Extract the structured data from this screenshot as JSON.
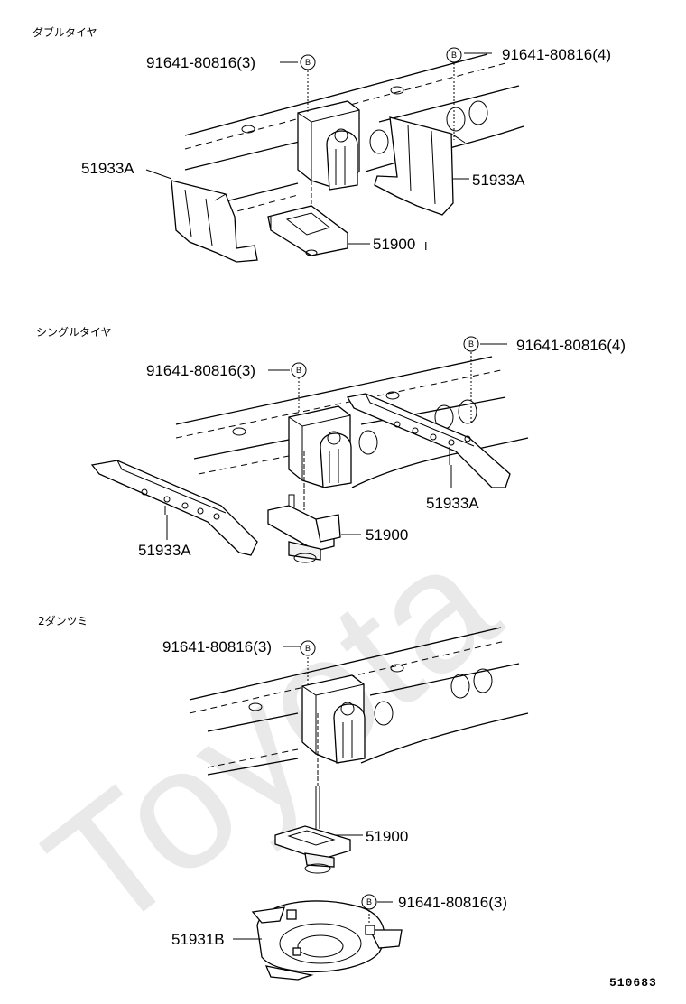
{
  "watermark": "Toyota",
  "sections": [
    {
      "title": "ダブルタイヤ",
      "labels": {
        "bolt_left": "91641-80816(3)",
        "bolt_right": "91641-80816(4)",
        "bracket_left": "51933A",
        "bracket_right": "51933A",
        "carrier": "51900"
      },
      "carrier_suffix": "I"
    },
    {
      "title": "シングルタイヤ",
      "labels": {
        "bolt_left": "91641-80816(3)",
        "bolt_right": "91641-80816(4)",
        "bracket_left": "51933A",
        "bracket_right": "51933A",
        "carrier": "51900"
      }
    },
    {
      "title": "2ダンツミ",
      "labels": {
        "bolt_left": "91641-80816(3)",
        "carrier": "51900",
        "plate": "51931B",
        "plate_bolt": "91641-80816(3)"
      }
    }
  ],
  "callout_mark": "B",
  "footer_code": "510683"
}
